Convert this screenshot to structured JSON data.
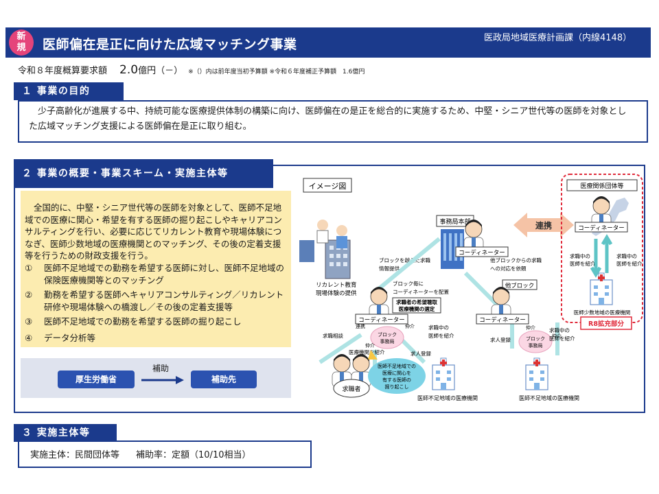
{
  "header": {
    "badge": "新\n規",
    "title": "医師偏在是正に向けた広域マッチング事業",
    "department": "医政局地域医療計画課（内線4148）"
  },
  "budget": {
    "label": "令和８年度概算要求額",
    "amount": "2.0",
    "unit": "億円（－）",
    "note": "※（）内は前年度当初予算額 ※令和６年度補正予算額　1.6億円"
  },
  "section1": {
    "heading": "１ 事業の目的",
    "text": "少子高齢化が進展する中、持続可能な医療提供体制の構築に向け、医師偏在の是正を総合的に実施するため、中堅・シニア世代等の医師を対象とした広域マッチング支援による医師偏在是正に取り組む。"
  },
  "section2": {
    "heading": "２ 事業の概要・事業スキーム・実施主体等",
    "intro": "全国的に、中堅・シニア世代等の医師を対象として、医師不足地域での医療に関心・希望を有する医師の掘り起こしやキャリアコンサルティングを行い、必要に応じてリカレント教育や現場体験につなぎ、医師少数地域の医療機関とのマッチング、その後の定着支援等を行うための財政支援を行う。",
    "items": [
      {
        "num": "①",
        "text": "医師不足地域での勤務を希望する医師に対し、医師不足地域の保険医療機関等とのマッチング"
      },
      {
        "num": "②",
        "text": "勤務を希望する医師へキャリアコンサルティング／リカレント研修や現場体験への橋渡し／その後の定着支援等"
      },
      {
        "num": "③",
        "text": "医師不足地域での勤務を希望する医師の掘り起こし"
      },
      {
        "num": "④",
        "text": "データ分析等"
      }
    ],
    "subsidy": {
      "from": "厚生労働省",
      "label": "補助",
      "to": "補助先"
    }
  },
  "diagram": {
    "image_label": "イメージ図",
    "hq": "事務局本部",
    "coordinator": "コーディネーター",
    "renkei": "連携",
    "medical_org": "医療関係団体等",
    "other_block": "他ブロック",
    "recurrent_1": "リカレント教育",
    "recurrent_2": "現場体験の提供",
    "block_info_1": "ブロックを越えた求職",
    "block_info_2": "情報提供",
    "assign_1": "ブロック毎に",
    "assign_2": "コーディネーターを配置",
    "other_req_1": "他ブロックからの求職",
    "other_req_2": "への対応を依頼",
    "hearing_1": "求職者の希望聴取",
    "hearing_2": "医療機関の選定",
    "kyushoku_soudan": "求職相談",
    "renraku": "連携",
    "shokai": "医療機関を紹介",
    "introduce_job": "求職中の",
    "introduce_doc": "医師を紹介",
    "kyujin": "求人登録",
    "block_office_1": "ブロック",
    "block_office_2": "事務局",
    "chukai": "仲介",
    "applicant": "求職者",
    "bubble_1": "医師不足地域での",
    "bubble_2": "医療に関心を",
    "bubble_3": "有する医師の",
    "bubble_4": "掘り起こし",
    "hospital_shortage": "医師不足地域の医療機関",
    "hospital_few": "医師少数地域の医療機関",
    "r8": "R8拡充部分"
  },
  "section3": {
    "heading": "３ 実施主体等",
    "entity": "実施主体：民間団体等",
    "rate": "補助率：定額（10/10相当）"
  },
  "colors": {
    "navy": "#1b3a8c",
    "pink": "#e5447a",
    "yellow": "#fcecb0",
    "teal": "#5ec4c6",
    "red_dash": "#e02a3a"
  }
}
